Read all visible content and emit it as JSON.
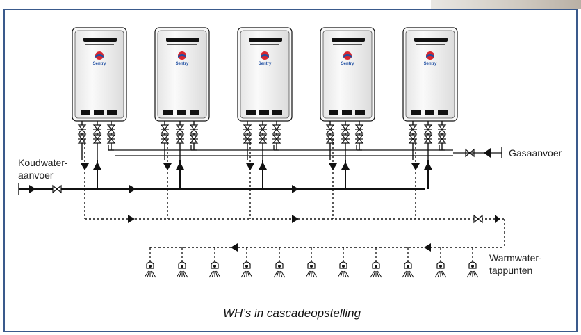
{
  "labels": {
    "cold_water_line1": "Koudwater-",
    "cold_water_line2": "aanvoer",
    "gas_supply": "Gasaanvoer",
    "hot_water_line1": "Warmwater-",
    "hot_water_line2": "tappunten"
  },
  "caption": "WH’s in cascadeopstelling",
  "heater": {
    "count": 5,
    "brand_text": "Sentry"
  },
  "tap_points": {
    "count": 11
  },
  "colors": {
    "frame": "#3a5a8c",
    "line": "#111111",
    "heater_body": "#f2f2f2",
    "logo_red": "#d8262e",
    "logo_blue": "#1f4fa3"
  }
}
